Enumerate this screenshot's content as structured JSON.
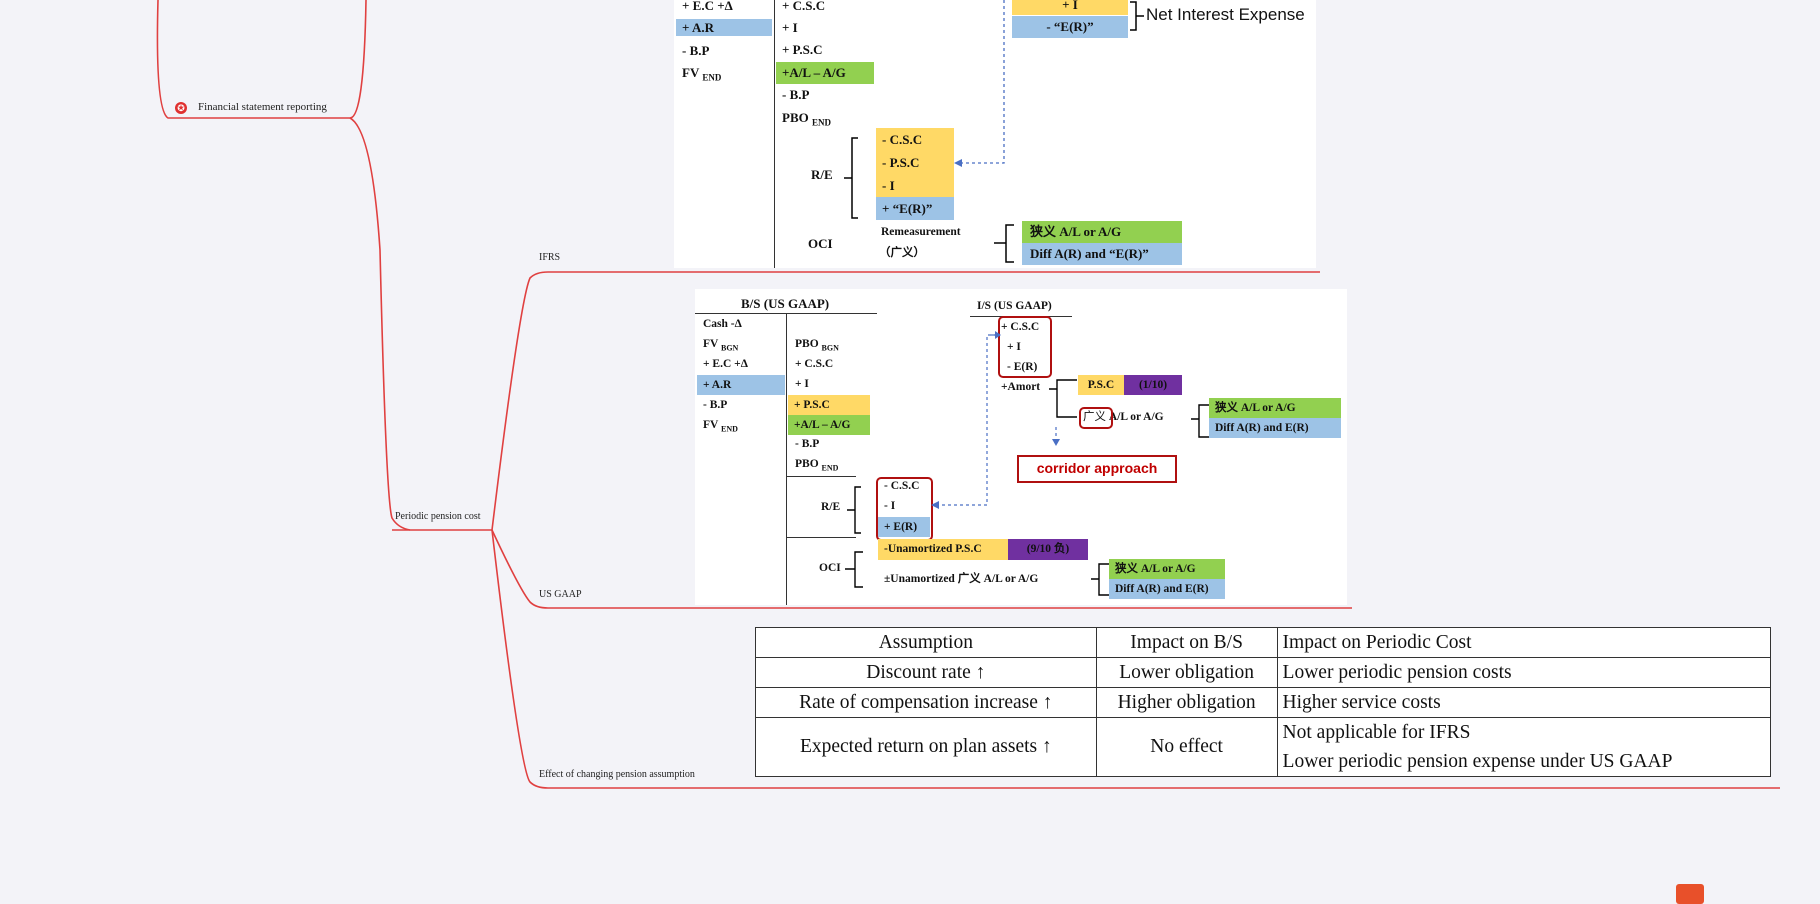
{
  "mindmap": {
    "node_financial": "Financial statement reporting",
    "node_ifrs": "IFRS",
    "node_periodic": "Periodic pension cost",
    "node_usgaap": "US GAAP",
    "node_effect": "Effect of changing pension assumption"
  },
  "ifrs": {
    "asset_col": [
      "+ E.C +Δ",
      "+ A.R",
      "- B.P",
      "FV"
    ],
    "fv_sub": "END",
    "pbo_col": [
      "+ C.S.C",
      "+ I",
      "+ P.S.C",
      "+A/L – A/G",
      "- B.P",
      "PBO"
    ],
    "pbo_sub": "END",
    "is_items": [
      "+ I",
      "- “E(R)”"
    ],
    "net_interest": "Net Interest Expense",
    "re_label": "R/E",
    "re_items": [
      "- C.S.C",
      "- P.S.C",
      "- I",
      "+ “E(R)”"
    ],
    "oci_label": "OCI",
    "remeasurement": "Remeasurement",
    "guangyi": "（广义）",
    "oci_items": [
      "狭义 A/L or A/G",
      "Diff A(R) and “E(R)”"
    ]
  },
  "usgaap": {
    "bs_title": "B/S (US GAAP)",
    "is_title": "I/S (US GAAP)",
    "asset_col": [
      "Cash -Δ",
      "FV",
      "+ E.C +Δ",
      "+ A.R",
      "- B.P",
      "FV"
    ],
    "fv_bgn_sub": "BGN",
    "fv_end_sub": "END",
    "pbo_col": [
      "PBO",
      "+ C.S.C",
      "+ I",
      "+ P.S.C",
      "+A/L – A/G",
      "- B.P",
      "PBO"
    ],
    "pbo_bgn_sub": "BGN",
    "pbo_end_sub": "END",
    "is_items": [
      "+ C.S.C",
      "+ I",
      "- E(R)"
    ],
    "amort": "+Amort",
    "psc": "P.S.C",
    "psc_frac": "(1/10)",
    "guangyi_al": "广义",
    "al_or_ag": "A/L or A/G",
    "amort_items": [
      "狭义 A/L or A/G",
      "Diff A(R) and E(R)"
    ],
    "corridor": "corridor approach",
    "re_label": "R/E",
    "re_items": [
      "- C.S.C",
      "- I",
      "+ E(R)"
    ],
    "oci_label": "OCI",
    "unamort_psc": "-Unamortized P.S.C",
    "unamort_frac": "(9/10 负)",
    "unamort_al": "±Unamortized 广义 A/L or A/G",
    "oci_items": [
      "狭义 A/L or A/G",
      "Diff A(R) and E(R)"
    ]
  },
  "assumptions": {
    "headers": [
      "Assumption",
      "Impact on B/S",
      "Impact on Periodic Cost"
    ],
    "rows": [
      {
        "assumption": "Discount rate ↑",
        "bs": "Lower obligation",
        "cost": [
          "Lower periodic pension costs"
        ]
      },
      {
        "assumption": "Rate of compensation increase ↑",
        "bs": "Higher obligation",
        "cost": [
          "Higher service costs"
        ]
      },
      {
        "assumption": "Expected return on plan assets ↑",
        "bs": "No effect",
        "cost": [
          "Not applicable for IFRS",
          "Lower periodic pension expense under US GAAP"
        ]
      }
    ]
  },
  "colors": {
    "branch": "#e04040",
    "yellow": "#ffd966",
    "green": "#92d050",
    "blue": "#9dc3e6",
    "purple": "#7030a0",
    "red": "#b01010"
  }
}
